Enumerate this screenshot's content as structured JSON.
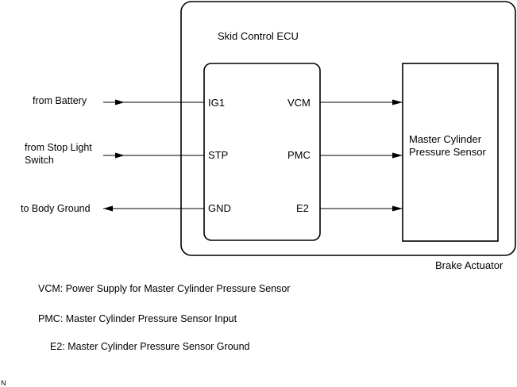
{
  "actuator": {
    "label": "Brake Actuator"
  },
  "ecu": {
    "title": "Skid Control ECU",
    "left_pins": [
      "IG1",
      "STP",
      "GND"
    ],
    "right_pins": [
      "VCM",
      "PMC",
      "E2"
    ]
  },
  "sensor": {
    "label_line1": "Master Cylinder",
    "label_line2": "Pressure Sensor"
  },
  "external": {
    "battery": "from Battery",
    "stop_light_line1": "from Stop Light",
    "stop_light_line2": "Switch",
    "body_ground": "to Body Ground"
  },
  "legend": [
    "VCM: Power Supply for Master Cylinder Pressure Sensor",
    "PMC: Master Cylinder Pressure Sensor Input",
    "E2: Master Cylinder Pressure Sensor Ground"
  ],
  "corner_mark": "N"
}
